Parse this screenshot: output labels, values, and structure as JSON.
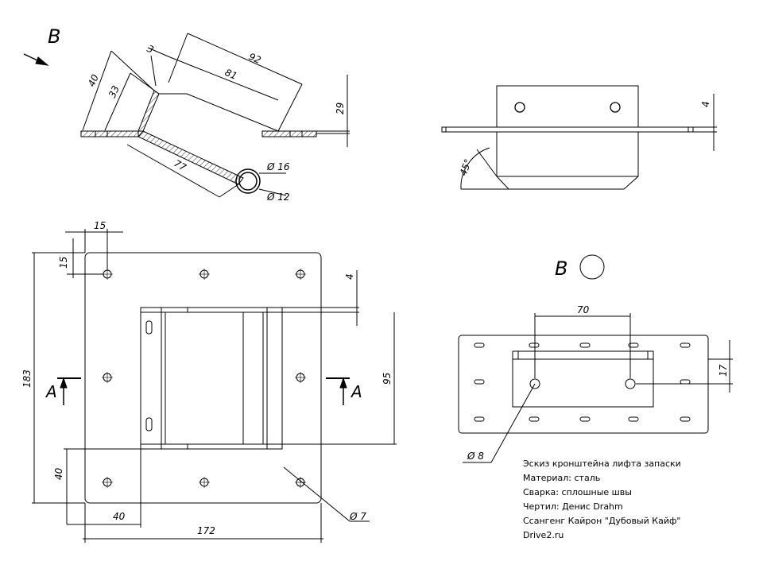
{
  "views": {
    "side": {
      "view_letter": "B",
      "dims": {
        "d92": "92",
        "d81": "81",
        "d3": "3",
        "d40": "40",
        "d33": "33",
        "d29": "29",
        "d77": "77",
        "dia16": "Ø 16",
        "dia12": "Ø 12"
      }
    },
    "front": {
      "dims": {
        "d4": "4",
        "angle": "45°"
      }
    },
    "plan": {
      "dims": {
        "d15a": "15",
        "d15b": "15",
        "d183": "183",
        "d4": "4",
        "d95": "95",
        "d40v": "40",
        "d40h": "40",
        "d172": "172",
        "dia7": "Ø 7"
      },
      "section_left": "A",
      "section_right": "A"
    },
    "view_b": {
      "label": "B",
      "dims": {
        "d70": "70",
        "d17": "17",
        "dia8": "Ø 8"
      }
    }
  },
  "notes": [
    "Эскиз кронштейна лифта запаски",
    "Материал: сталь",
    "Сварка: сплошные швы",
    "Чертил: Денис Drahm",
    "Ссангенг Кайрон \"Дубовый Кайф\"",
    "Drive2.ru"
  ]
}
